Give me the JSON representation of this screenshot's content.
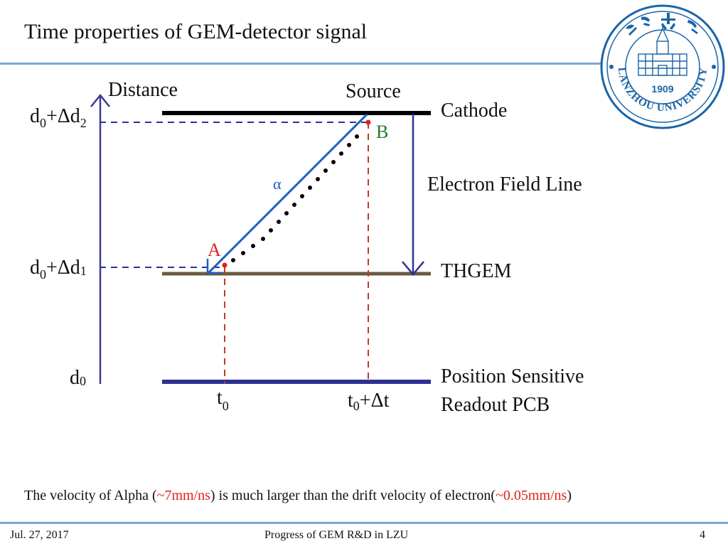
{
  "slide": {
    "title": "Time properties of GEM-detector signal",
    "page_number": "4"
  },
  "diagram": {
    "axis_label": "Distance",
    "source_label": "Source",
    "cathode_label": "Cathode",
    "field_line_label": "Electron Field Line",
    "thgem_label": "THGEM",
    "readout_label_line1": "Position Sensitive",
    "readout_label_line2": "Readout PCB",
    "point_a_label": "A",
    "point_b_label": "B",
    "alpha_label": "α",
    "d_top": {
      "base": "d",
      "sub1": "0",
      "mid": "+Δd",
      "sub2": "2"
    },
    "d_mid": {
      "base": "d",
      "sub1": "0",
      "mid": "+Δd",
      "sub2": "1"
    },
    "d_bottom": {
      "base": "d",
      "sub1": "0"
    },
    "t_left": {
      "base": "t",
      "sub1": "0"
    },
    "t_right": {
      "base": "t",
      "sub1": "0",
      "mid": "+Δt"
    },
    "colors": {
      "cathode": "#000000",
      "thgem": "#6b5a3e",
      "readout": "#2e3192",
      "axis": "#3b3b98",
      "track": "#1f5fbf",
      "dashed_blue": "#2e3192",
      "dashed_red": "#c0392b",
      "point_a": "#e0201b",
      "point_b": "#1e7b34",
      "alpha": "#1f5fbf"
    }
  },
  "note": {
    "prefix": "The velocity of Alpha (",
    "alpha_velocity": "~7mm/ns",
    "middle": ") is much larger than the drift velocity of electron(",
    "electron_velocity": "~0.05mm/ns",
    "suffix": ")"
  },
  "footer": {
    "date": "Jul. 27, 2017",
    "center": "Progress of GEM R&D in LZU"
  },
  "logo": {
    "year": "1909",
    "name": "LANZHOU UNIVERSITY"
  }
}
